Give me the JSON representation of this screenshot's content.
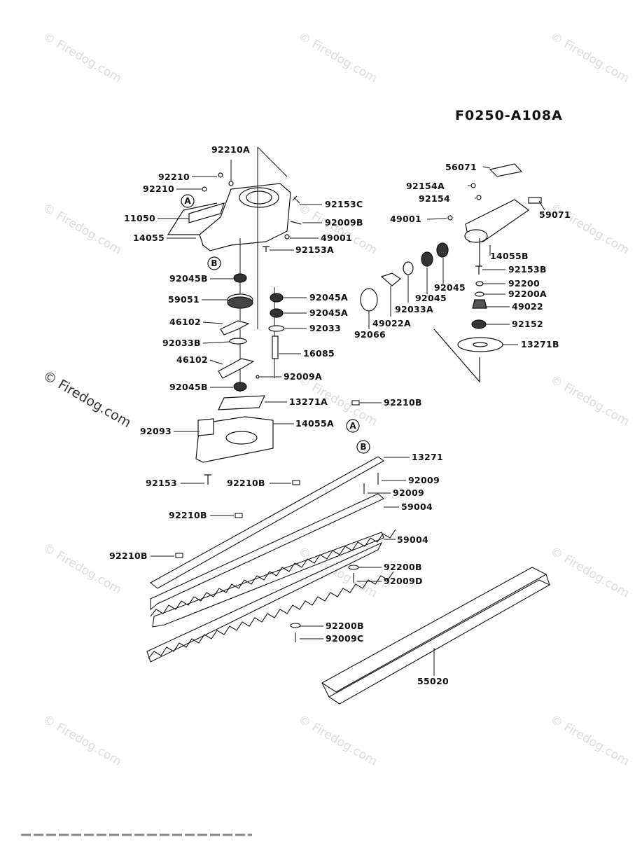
{
  "diagram_code": "F0250-A108A",
  "watermark": "© Firedog.com",
  "callouts": {
    "a": "A",
    "b": "B"
  },
  "parts": {
    "p92210A": "92210A",
    "p92210": "92210",
    "p92210_2": "92210",
    "p11050": "11050",
    "p14055": "14055",
    "p92153C": "92153C",
    "p92009B": "92009B",
    "p49001_L": "49001",
    "p92153A": "92153A",
    "p92045B_1": "92045B",
    "p59051": "59051",
    "p92045A_1": "92045A",
    "p92045A_2": "92045A",
    "p46102_1": "46102",
    "p92033": "92033",
    "p92033B": "92033B",
    "p16085": "16085",
    "p46102_2": "46102",
    "p92009A": "92009A",
    "p92045B_2": "92045B",
    "p13271A": "13271A",
    "p92210B_1": "92210B",
    "p92093": "92093",
    "p14055A": "14055A",
    "p13271": "13271",
    "p92153": "92153",
    "p92210B_2": "92210B",
    "p92009_1": "92009",
    "p92009_2": "92009",
    "p59004_1": "59004",
    "p92210B_3": "92210B",
    "p59004_2": "59004",
    "p92210B_4": "92210B",
    "p92200B_1": "92200B",
    "p92009D": "92009D",
    "p92200B_2": "92200B",
    "p92009C": "92009C",
    "p55020": "55020",
    "p56071": "56071",
    "p92154A": "92154A",
    "p92154": "92154",
    "p49001_R": "49001",
    "p59071": "59071",
    "p14055B": "14055B",
    "p92153B": "92153B",
    "p92200": "92200",
    "p92200A": "92200A",
    "p92045_1": "92045",
    "p92045_2": "92045",
    "p92033A": "92033A",
    "p49022": "49022",
    "p49022A": "49022A",
    "p92066": "92066",
    "p92152": "92152",
    "p13271B": "13271B"
  }
}
